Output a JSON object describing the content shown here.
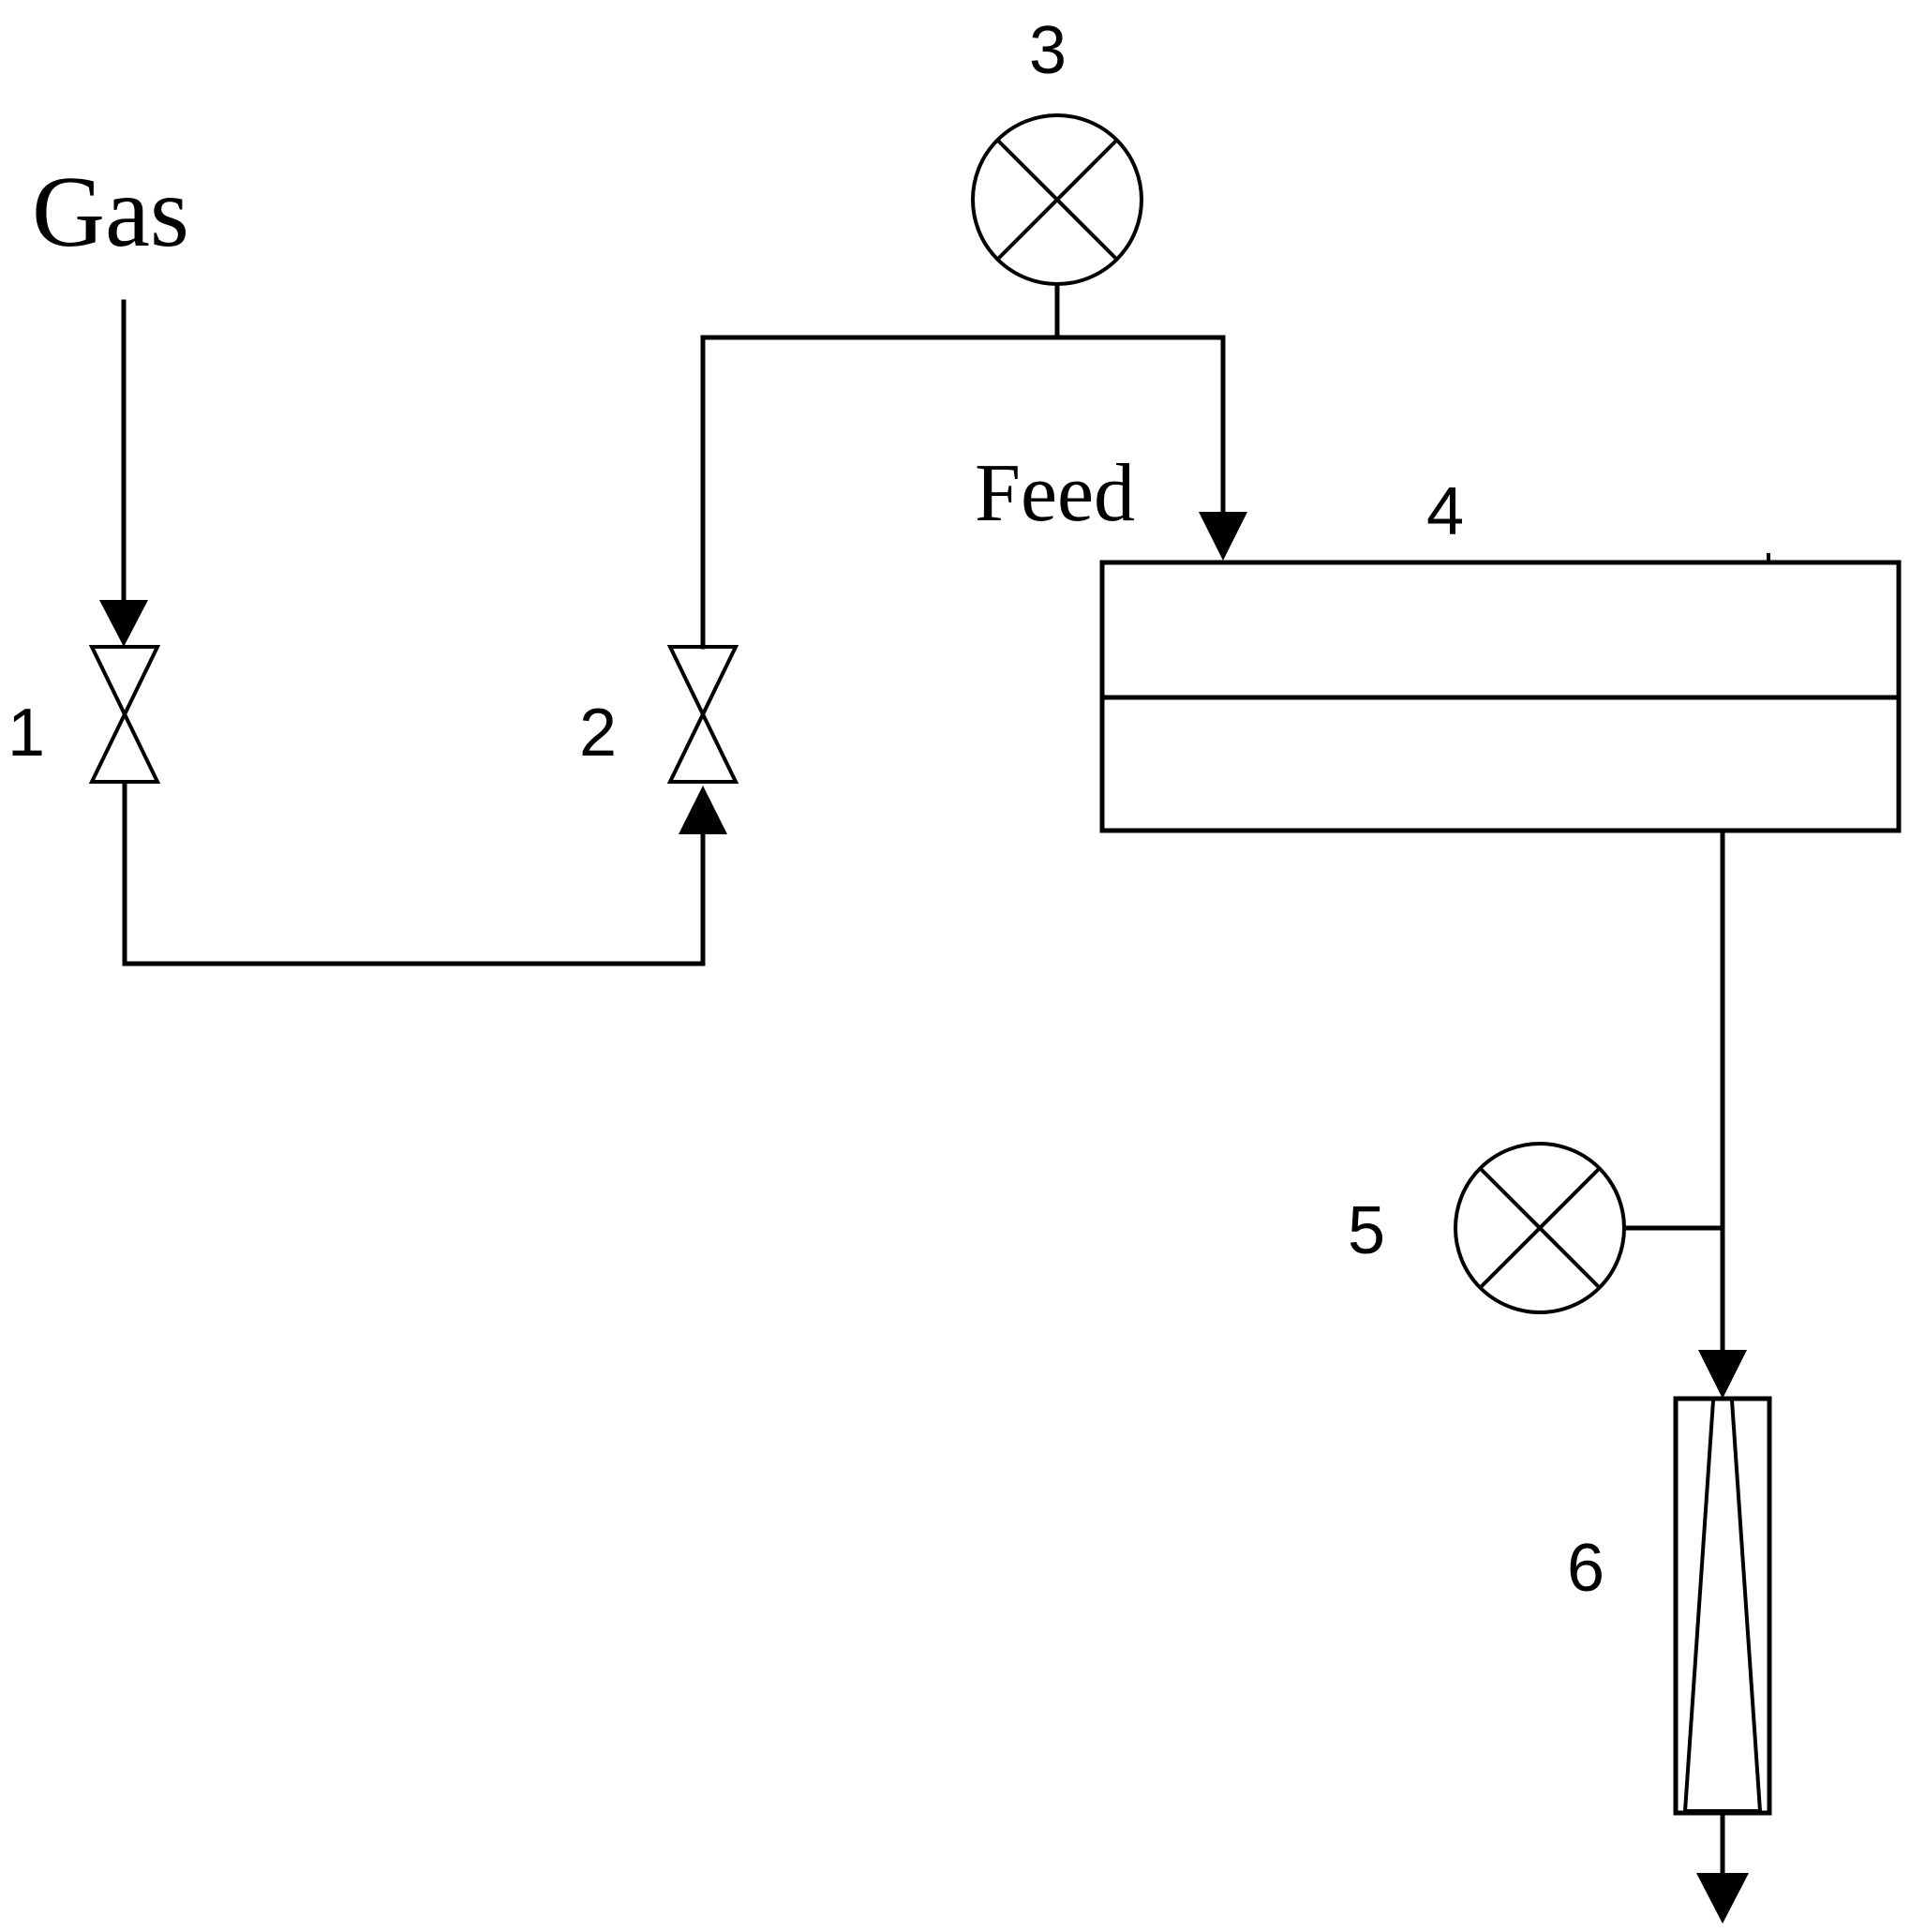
{
  "labels": {
    "gas": "Gas",
    "feed": "Feed",
    "component_1": "1",
    "component_2": "2",
    "component_3": "3",
    "component_4": "4",
    "component_5": "5",
    "component_6": "6"
  },
  "colors": {
    "line": "#000000",
    "background": "#ffffff"
  },
  "icons": {
    "valve_1": "gate-valve-icon",
    "valve_2": "gate-valve-icon",
    "gauge_3": "pressure-gauge-icon",
    "module_4": "membrane-module-icon",
    "gauge_5": "pressure-gauge-icon",
    "meter_6": "rotameter-icon"
  }
}
